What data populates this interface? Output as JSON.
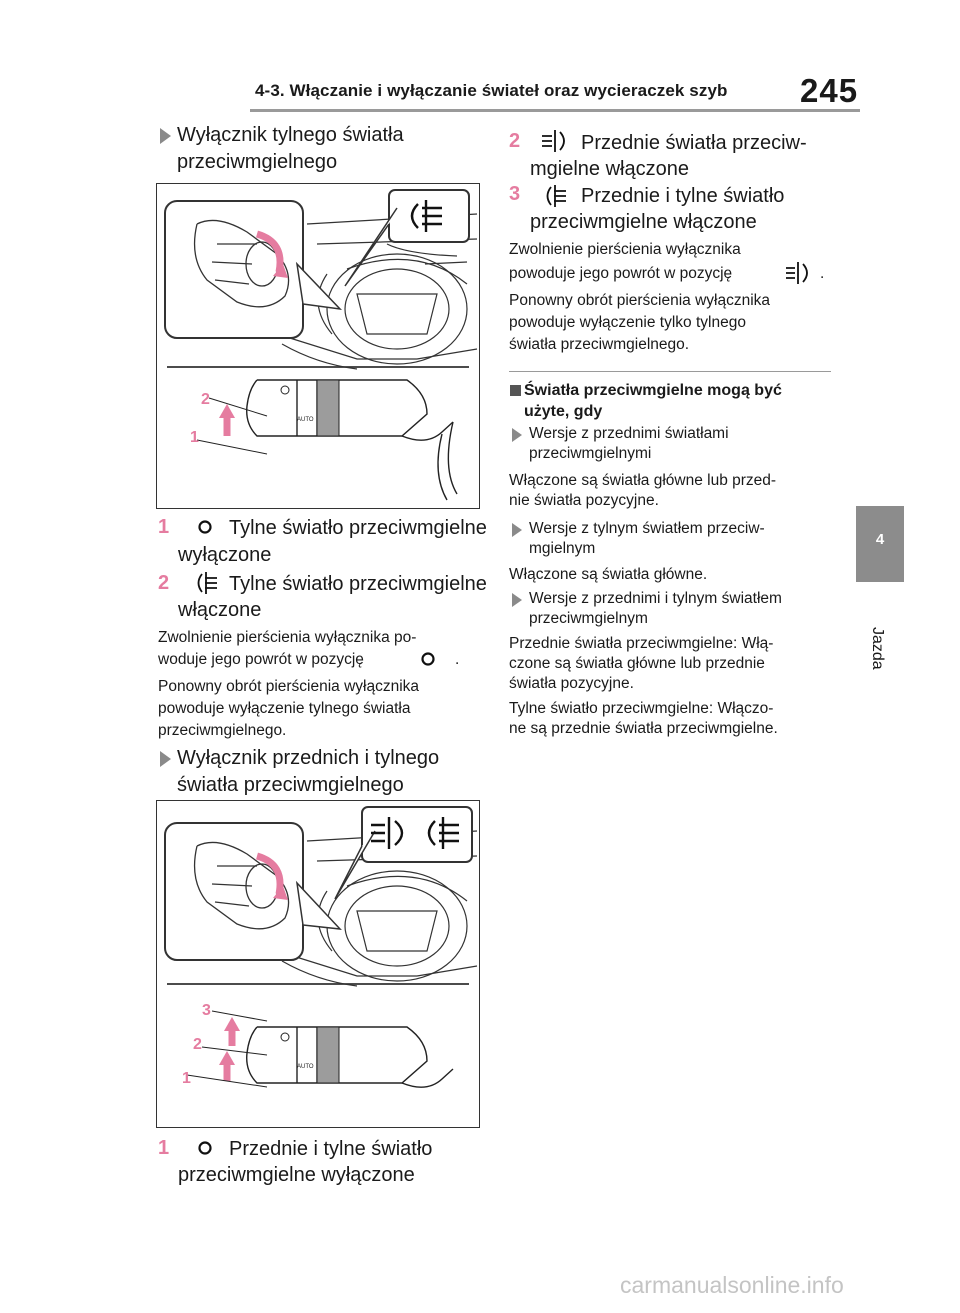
{
  "header": {
    "title": "4-3. Włączanie i wyłączanie świateł oraz wycieraczek szyb",
    "page_number": "245"
  },
  "side_tab": {
    "number": "4",
    "label": "Jazda"
  },
  "left_column": {
    "section1": {
      "heading_line1": "Wyłącznik tylnego światła",
      "heading_line2": "przeciwmgielnego",
      "figure": {
        "labels": [
          "2",
          "1"
        ],
        "switch_text": "AUTO"
      },
      "items": [
        {
          "num": "1",
          "icon": "fog-off-icon",
          "text_a": "Tylne światło przeciwmgielne",
          "text_b": "wyłączone"
        },
        {
          "num": "2",
          "icon": "rear-fog-icon",
          "text_a": "Tylne światło przeciwmgielne",
          "text_b": "włączone"
        }
      ],
      "para1_line1": "Zwolnienie pierścienia wyłącznika po-",
      "para1_line2": "woduje jego powrót w pozycję",
      "para1_end": ".",
      "para2_line1": "Ponowny obrót pierścienia wyłącznika",
      "para2_line2": "powoduje wyłączenie tylnego światła",
      "para2_line3": "przeciwmgielnego."
    },
    "section2": {
      "heading_line1": "Wyłącznik przednich i tylnego",
      "heading_line2": "światła przeciwmgielnego",
      "figure": {
        "labels": [
          "3",
          "2",
          "1"
        ],
        "switch_text": "AUTO"
      },
      "items": [
        {
          "num": "1",
          "icon": "fog-off-icon",
          "text_a": "Przednie i tylne światło",
          "text_b": "przeciwmgielne wyłączone"
        }
      ]
    }
  },
  "right_column": {
    "items": [
      {
        "num": "2",
        "icon": "front-fog-icon",
        "text_a": "Przednie światła przeciw-",
        "text_b": "mgielne włączone"
      },
      {
        "num": "3",
        "icon": "rear-fog-icon",
        "text_a": "Przednie i tylne światło",
        "text_b": "przeciwmgielne włączone"
      }
    ],
    "para1_line1": "Zwolnienie pierścienia wyłącznika",
    "para1_line2": "powoduje jego powrót w pozycję",
    "para1_end": ".",
    "para2_line1": "Ponowny obrót pierścienia wyłącznika",
    "para2_line2": "powoduje wyłączenie tylko tylnego",
    "para2_line3": "światła przeciwmgielnego.",
    "subsection": {
      "title_line1": "Światła przeciwmgielne mogą być",
      "title_line2": "użyte, gdy",
      "b1_line1": "Wersje z przednimi światłami",
      "b1_line2": "przeciwmgielnymi",
      "p1_line1": "Włączone są światła główne lub przed-",
      "p1_line2": "nie światła pozycyjne.",
      "b2_line1": "Wersje z tylnym światłem przeciw-",
      "b2_line2": "mgielnym",
      "p2_line1": "Włączone są światła główne.",
      "b3_line1": "Wersje z przednimi i tylnym światłem",
      "b3_line2": "przeciwmgielnym",
      "p3_line1": "Przednie światła przeciwmgielne: Włą-",
      "p3_line2": "czone są światła główne lub przednie",
      "p3_line3": "światła pozycyjne.",
      "p4_line1": "Tylne światło przeciwmgielne: Włączo-",
      "p4_line2": "ne są przednie światła przeciwmgielne."
    }
  },
  "footer": {
    "watermark": "carmanualsonline.info"
  }
}
